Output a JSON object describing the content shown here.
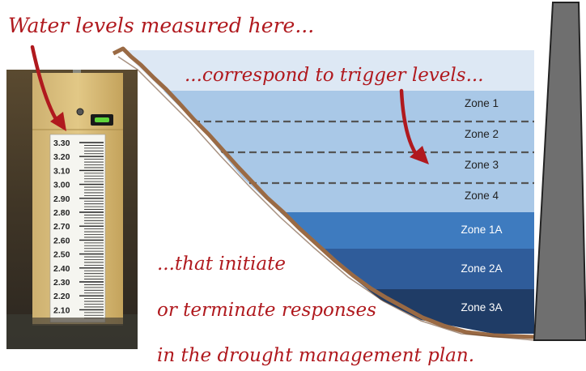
{
  "annotations": {
    "water_levels": "Water levels measured here...",
    "correspond": "...correspond to trigger levels...",
    "initiate_1": "...that initiate",
    "initiate_2": "or terminate responses",
    "initiate_3": "in the drought management plan."
  },
  "zones": [
    {
      "label": "Zone 1",
      "color": "#a9c8e7",
      "text_color": "#222222"
    },
    {
      "label": "Zone 2",
      "color": "#a9c8e7",
      "text_color": "#222222"
    },
    {
      "label": "Zone 3",
      "color": "#a9c8e7",
      "text_color": "#222222"
    },
    {
      "label": "Zone 4",
      "color": "#a9c8e7",
      "text_color": "#222222"
    },
    {
      "label": "Zone 1A",
      "color": "#3e7bbf",
      "text_color": "#ffffff"
    },
    {
      "label": "Zone 2A",
      "color": "#2f5c9a",
      "text_color": "#ffffff"
    },
    {
      "label": "Zone 3A",
      "color": "#1f3c66",
      "text_color": "#ffffff"
    }
  ],
  "gauge": {
    "marks": [
      "3.30",
      "3.20",
      "3.10",
      "3.00",
      "2.90",
      "2.80",
      "2.70",
      "2.60",
      "2.50",
      "2.40",
      "2.30",
      "2.20",
      "2.10"
    ]
  },
  "colors": {
    "annotation": "#b0191e",
    "top_water": "#dde8f4",
    "embankment": "#9a6a44",
    "dam": "#6f6f6f",
    "board": "#d4b66a"
  }
}
